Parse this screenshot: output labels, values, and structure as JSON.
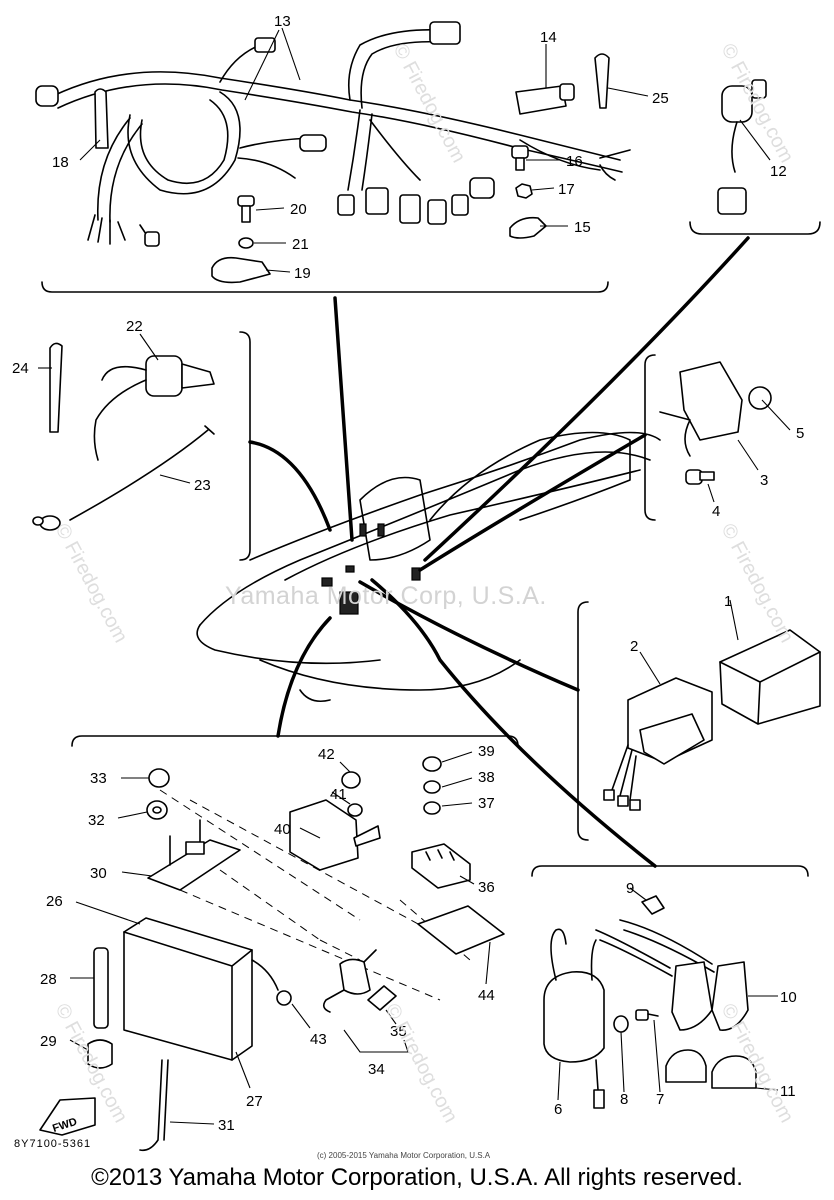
{
  "watermarks": {
    "center": "Yamaha Motor Corp, U.S.A.",
    "site": "© Firedog.com"
  },
  "callouts": {
    "c1": "1",
    "c2": "2",
    "c3": "3",
    "c4": "4",
    "c5": "5",
    "c6": "6",
    "c7": "7",
    "c8": "8",
    "c9": "9",
    "c10": "10",
    "c11": "11",
    "c12": "12",
    "c13": "13",
    "c14": "14",
    "c15": "15",
    "c16": "16",
    "c17": "17",
    "c18": "18",
    "c19": "19",
    "c20": "20",
    "c21": "21",
    "c22": "22",
    "c23": "23",
    "c24": "24",
    "c25": "25",
    "c26": "26",
    "c27": "27",
    "c28": "28",
    "c29": "29",
    "c30": "30",
    "c31": "31",
    "c32": "32",
    "c33": "33",
    "c34": "34",
    "c35": "35",
    "c36": "36",
    "c37": "37",
    "c38": "38",
    "c39": "39",
    "c40": "40",
    "c41": "41",
    "c42": "42",
    "c43": "43",
    "c44": "44"
  },
  "fwd_label": "FWD",
  "drawing_number": "8Y7100-5361",
  "copyright_small": "(c) 2005-2015 Yamaha Motor Corporation, U.S.A",
  "copyright": "©2013 Yamaha Motor Corporation, U.S.A. All rights reserved."
}
